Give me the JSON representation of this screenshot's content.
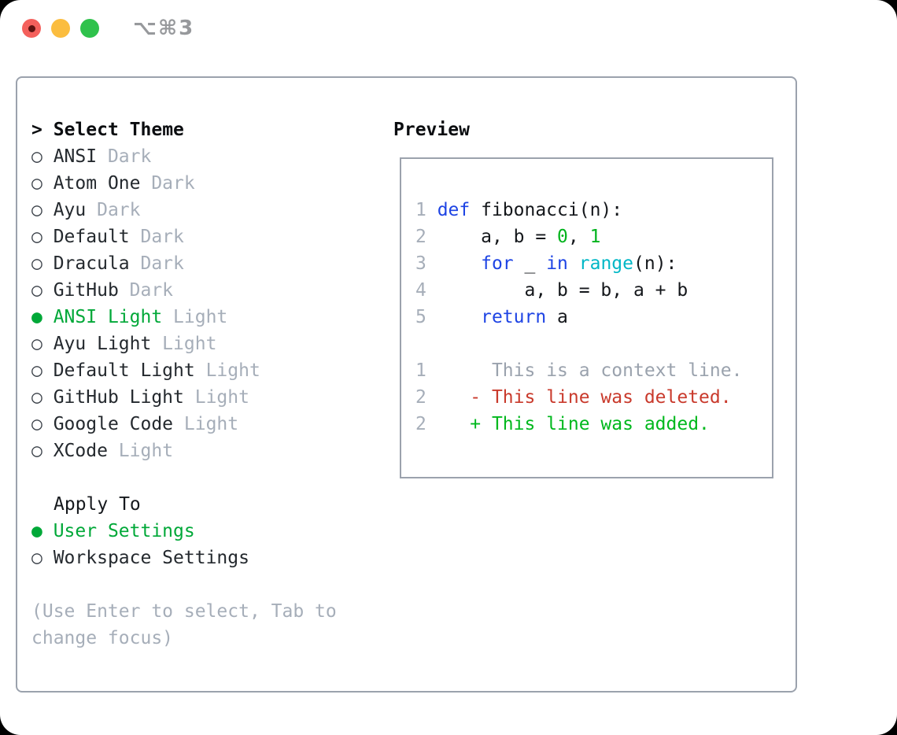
{
  "window": {
    "title_shortcut": "⌥⌘3"
  },
  "theme_panel": {
    "header_prefix": ">",
    "header_label": "Select Theme",
    "items": [
      {
        "name": "ANSI",
        "badge": "Dark",
        "selected": false
      },
      {
        "name": "Atom One",
        "badge": "Dark",
        "selected": false
      },
      {
        "name": "Ayu",
        "badge": "Dark",
        "selected": false
      },
      {
        "name": "Default",
        "badge": "Dark",
        "selected": false
      },
      {
        "name": "Dracula",
        "badge": "Dark",
        "selected": false
      },
      {
        "name": "GitHub",
        "badge": "Dark",
        "selected": false
      },
      {
        "name": "ANSI Light",
        "badge": "Light",
        "selected": true
      },
      {
        "name": "Ayu Light",
        "badge": "Light",
        "selected": false
      },
      {
        "name": "Default Light",
        "badge": "Light",
        "selected": false
      },
      {
        "name": "GitHub Light",
        "badge": "Light",
        "selected": false
      },
      {
        "name": "Google Code",
        "badge": "Light",
        "selected": false
      },
      {
        "name": "XCode",
        "badge": "Light",
        "selected": false
      }
    ],
    "apply_to_label": "Apply To",
    "apply_options": [
      {
        "name": "User Settings",
        "selected": true
      },
      {
        "name": "Workspace Settings",
        "selected": false
      }
    ],
    "hint": "(Use Enter to select, Tab to change focus)"
  },
  "preview": {
    "title": "Preview",
    "code_lines": [
      {
        "num": "1",
        "tokens": [
          {
            "t": "def",
            "c": "keyword"
          },
          {
            "t": " fibonacci(n):",
            "c": "plain"
          }
        ]
      },
      {
        "num": "2",
        "tokens": [
          {
            "t": "    a, b = ",
            "c": "plain"
          },
          {
            "t": "0",
            "c": "number"
          },
          {
            "t": ", ",
            "c": "plain"
          },
          {
            "t": "1",
            "c": "number"
          }
        ]
      },
      {
        "num": "3",
        "tokens": [
          {
            "t": "    ",
            "c": "plain"
          },
          {
            "t": "for",
            "c": "keyword"
          },
          {
            "t": " _ ",
            "c": "plain"
          },
          {
            "t": "in",
            "c": "keyword"
          },
          {
            "t": " ",
            "c": "plain"
          },
          {
            "t": "range",
            "c": "builtin"
          },
          {
            "t": "(n):",
            "c": "plain"
          }
        ]
      },
      {
        "num": "4",
        "tokens": [
          {
            "t": "        a, b = b, a + b",
            "c": "plain"
          }
        ]
      },
      {
        "num": "5",
        "tokens": [
          {
            "t": "    ",
            "c": "plain"
          },
          {
            "t": "return",
            "c": "keyword"
          },
          {
            "t": " a",
            "c": "plain"
          }
        ]
      }
    ],
    "diff_lines": [
      {
        "num": "1",
        "sign": " ",
        "text": "This is a context line.",
        "type": "context"
      },
      {
        "num": "2",
        "sign": "-",
        "text": "This line was deleted.",
        "type": "deleted"
      },
      {
        "num": "2",
        "sign": "+",
        "text": "This line was added.",
        "type": "added"
      }
    ]
  },
  "colors": {
    "accent_green": "#00a838",
    "bright_green": "#00b81d",
    "keyword_blue": "#1e44e4",
    "builtin_cyan": "#00b7c6",
    "number_green": "#00b31c",
    "deleted_red": "#c93a2c",
    "muted_gray": "#a6aeb9",
    "border_gray": "#9ba2ad",
    "traffic_red": "#f4605c",
    "traffic_yellow": "#fbbd3f",
    "traffic_green": "#2fc24c"
  }
}
